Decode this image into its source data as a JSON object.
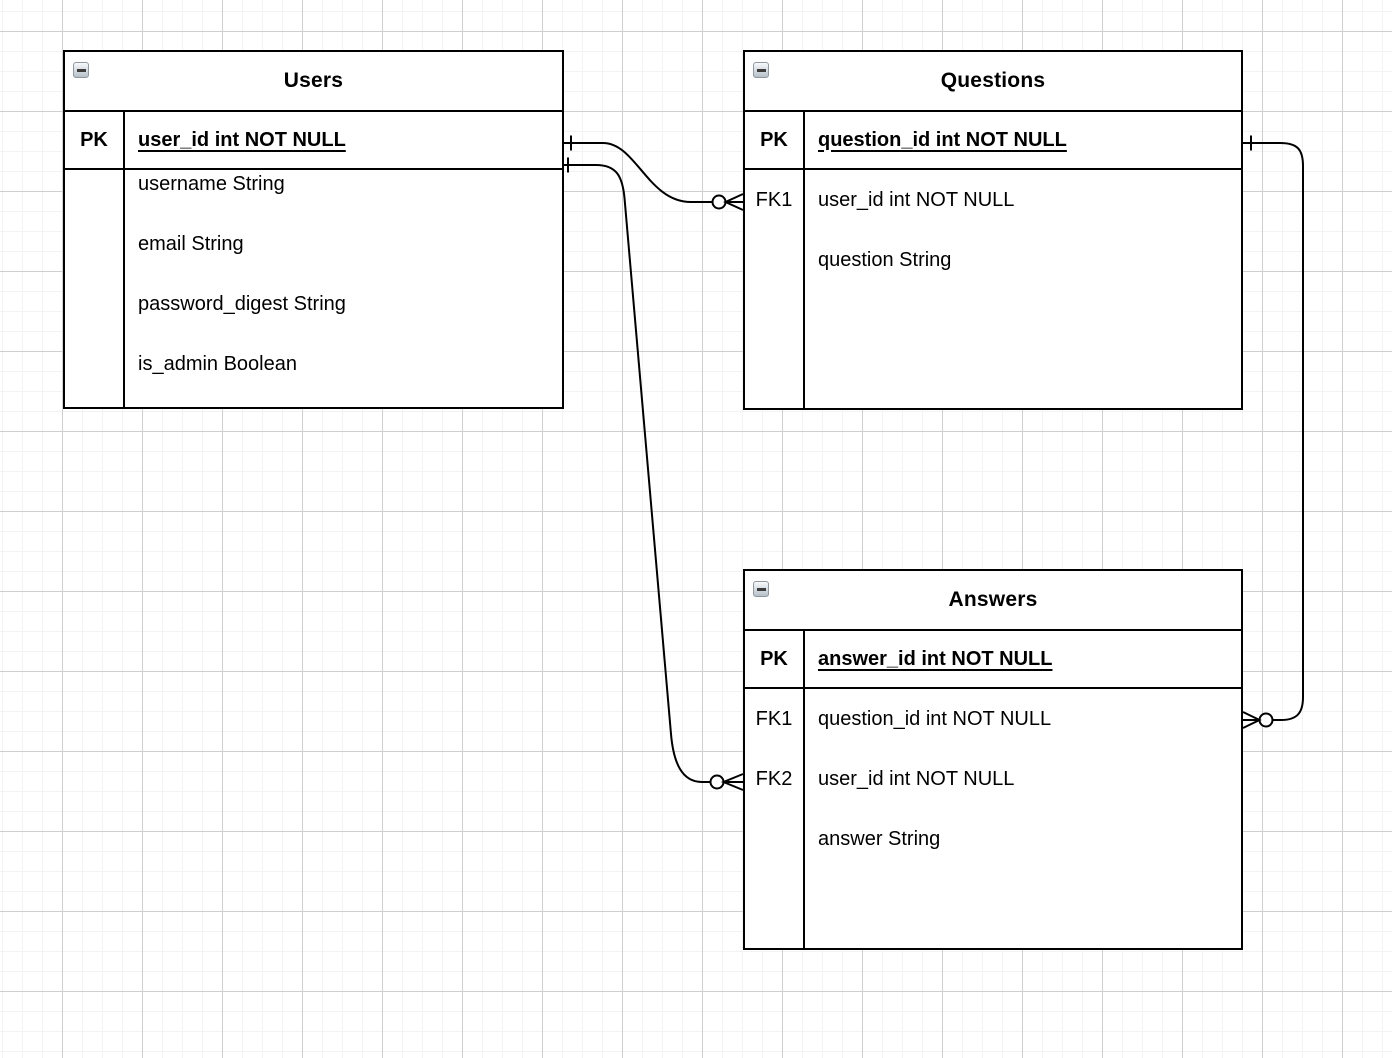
{
  "tables": {
    "users": {
      "title": "Users",
      "pk": {
        "key": "PK",
        "label": "user_id int NOT NULL"
      },
      "rows": [
        {
          "key": "",
          "label": "username String"
        },
        {
          "key": "",
          "label": "email String"
        },
        {
          "key": "",
          "label": "password_digest String"
        },
        {
          "key": "",
          "label": "is_admin Boolean"
        }
      ]
    },
    "questions": {
      "title": "Questions",
      "pk": {
        "key": "PK",
        "label": "question_id int NOT NULL"
      },
      "rows": [
        {
          "key": "FK1",
          "label": "user_id int NOT NULL"
        },
        {
          "key": "",
          "label": "question String"
        }
      ]
    },
    "answers": {
      "title": "Answers",
      "pk": {
        "key": "PK",
        "label": "answer_id int NOT NULL"
      },
      "rows": [
        {
          "key": "FK1",
          "label": "question_id int NOT NULL"
        },
        {
          "key": "FK2",
          "label": "user_id int NOT NULL"
        },
        {
          "key": "",
          "label": "answer String"
        }
      ]
    }
  },
  "relationships": [
    {
      "from_table": "Users",
      "from_column": "user_id",
      "from_cardinality": "one",
      "to_table": "Questions",
      "to_column": "user_id",
      "to_cardinality": "zero-or-many"
    },
    {
      "from_table": "Users",
      "from_column": "user_id",
      "from_cardinality": "one",
      "to_table": "Answers",
      "to_column": "user_id",
      "to_cardinality": "zero-or-many"
    },
    {
      "from_table": "Questions",
      "from_column": "question_id",
      "from_cardinality": "one",
      "to_table": "Answers",
      "to_column": "question_id",
      "to_cardinality": "zero-or-many"
    }
  ],
  "icons": {
    "collapse": "minus-icon"
  },
  "colors": {
    "line": "#000000",
    "table_bg": "#ffffff",
    "grid_minor": "#f3f3f3",
    "grid_major": "#cfcfcf"
  }
}
